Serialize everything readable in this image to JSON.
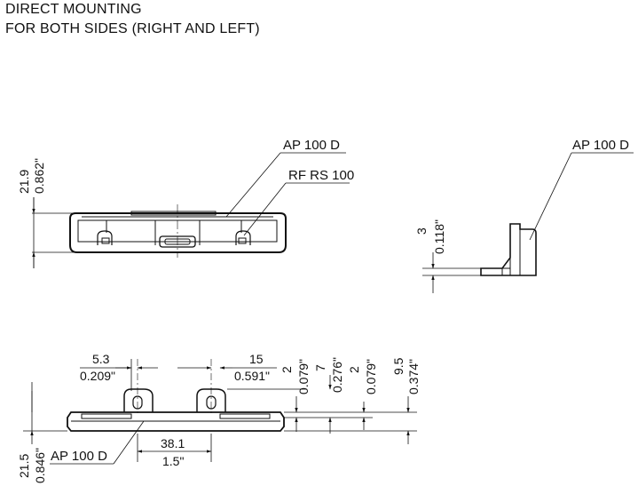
{
  "header": {
    "line1": "DIRECT MOUNTING",
    "line2": "FOR BOTH SIDES (RIGHT AND LEFT)"
  },
  "labels": {
    "ap_front": "AP 100 D",
    "rf_front": "RF RS 100",
    "ap_side": "AP 100 D",
    "ap_bottom": "AP 100 D"
  },
  "dims": {
    "front_h_mm": "21.9",
    "front_h_in": "0.862\"",
    "side_h_mm": "3",
    "side_h_in": "0.118\"",
    "hole_off_mm": "5.3",
    "hole_off_in": "0.209\"",
    "hole_pitch_mm": "15",
    "hole_pitch_in": "0.591\"",
    "t1_mm": "2",
    "t1_in": "0.079\"",
    "t2_mm": "7",
    "t2_in": "0.276\"",
    "t3_mm": "2",
    "t3_in": "0.079\"",
    "t4_mm": "9.5",
    "t4_in": "0.374\"",
    "width_mm": "38.1",
    "width_in": "1.5\"",
    "bottom_h_mm": "21.5",
    "bottom_h_in": "0.846\""
  }
}
